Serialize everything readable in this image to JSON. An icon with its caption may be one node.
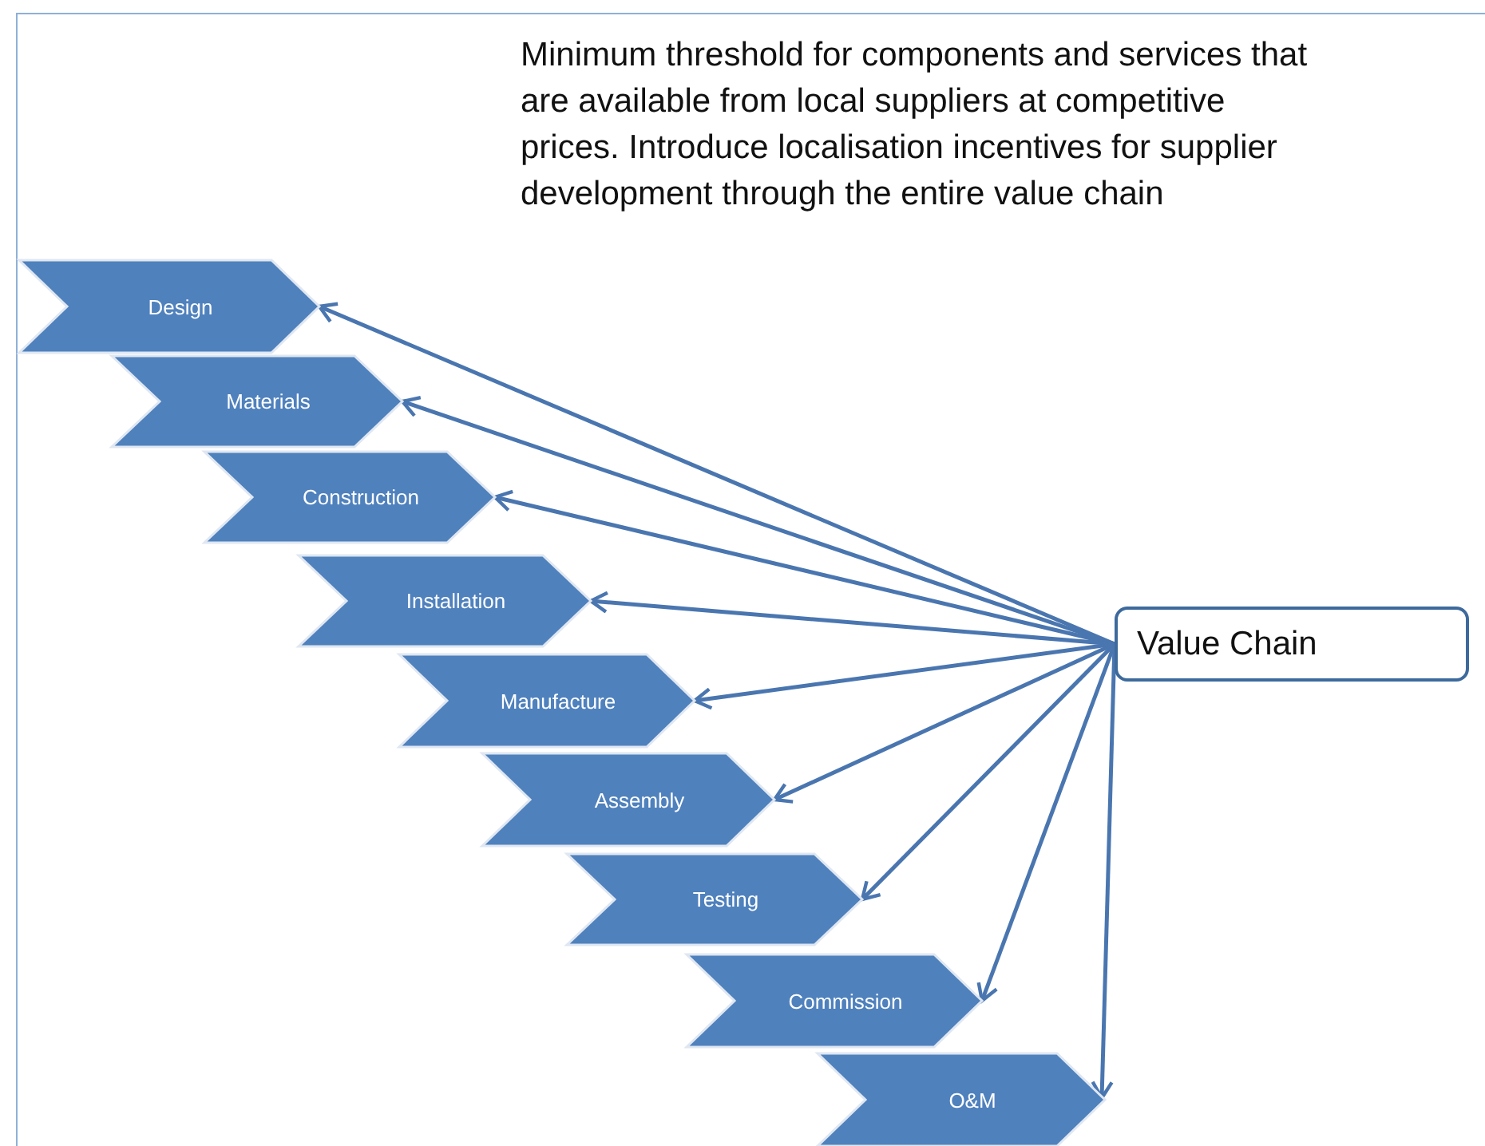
{
  "diagram": {
    "nodes": [
      {
        "text": [
          "Design"
        ]
      },
      {
        "text": [
          "Materials"
        ]
      },
      {
        "text": [
          "Construction"
        ]
      },
      {
        "text": [
          "Installation"
        ]
      },
      {
        "text": [
          "Manufacture"
        ]
      },
      {
        "text": [
          "Assembly"
        ]
      },
      {
        "text": [
          "Testing"
        ]
      },
      {
        "text": [
          "Commission"
        ]
      },
      {
        "text": [
          "O&M"
        ]
      },
      {
        "text": [
          "Value Chain"
        ]
      }
    ],
    "edges": [
      {
        "from": 9,
        "to": 0,
        "arrow": "to"
      },
      {
        "from": 9,
        "to": 1,
        "arrow": "to"
      },
      {
        "from": 9,
        "to": 2,
        "arrow": "to"
      },
      {
        "from": 9,
        "to": 3,
        "arrow": "to"
      },
      {
        "from": 9,
        "to": 4,
        "arrow": "to"
      },
      {
        "from": 9,
        "to": 5,
        "arrow": "to"
      },
      {
        "from": 9,
        "to": 6,
        "arrow": "to"
      },
      {
        "from": 9,
        "to": 7,
        "arrow": "to"
      },
      {
        "from": 9,
        "to": 8,
        "arrow": "to"
      }
    ],
    "labels": [
      "Minimum threshold for components and services that are available from local suppliers at competitive prices. Introduce localisation incentives for supplier development through the entire value chain"
    ]
  }
}
